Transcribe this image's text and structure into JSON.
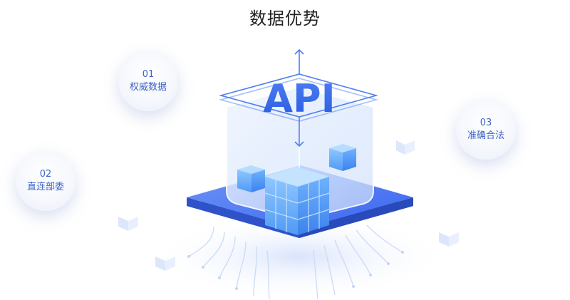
{
  "section_title": "数据优势",
  "features": [
    {
      "num": "01",
      "label": "权威数据"
    },
    {
      "num": "02",
      "label": "直连部委"
    },
    {
      "num": "03",
      "label": "准确合法"
    }
  ],
  "cube_label": "API",
  "colors": {
    "accent": "#3f6ff0",
    "text_blue": "#3e63c8",
    "title": "#222222"
  }
}
